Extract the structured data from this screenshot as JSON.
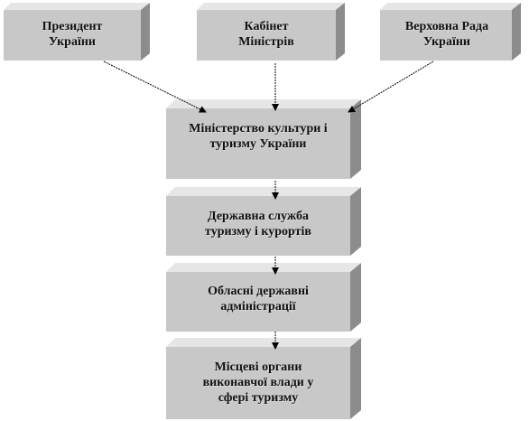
{
  "nodes": {
    "president": {
      "label": "Президент\nУкраїни"
    },
    "cabinet": {
      "label": "Кабінет\nМіністрів"
    },
    "rada": {
      "label": "Верховна Рада\nУкраїни"
    },
    "ministry": {
      "label": "Міністерство культури і\nтуризму України"
    },
    "service": {
      "label": "Державна служба\nтуризму і курортів"
    },
    "oblast": {
      "label": "Обласні державні\nадміністрації"
    },
    "local": {
      "label": "Місцеві органи\nвиконавчої влади у\nсфері туризму"
    }
  },
  "colors": {
    "face": "#c8c8c8",
    "top": "#e6e6e6",
    "side": "#8c8c8c",
    "arrow": "#000000"
  }
}
